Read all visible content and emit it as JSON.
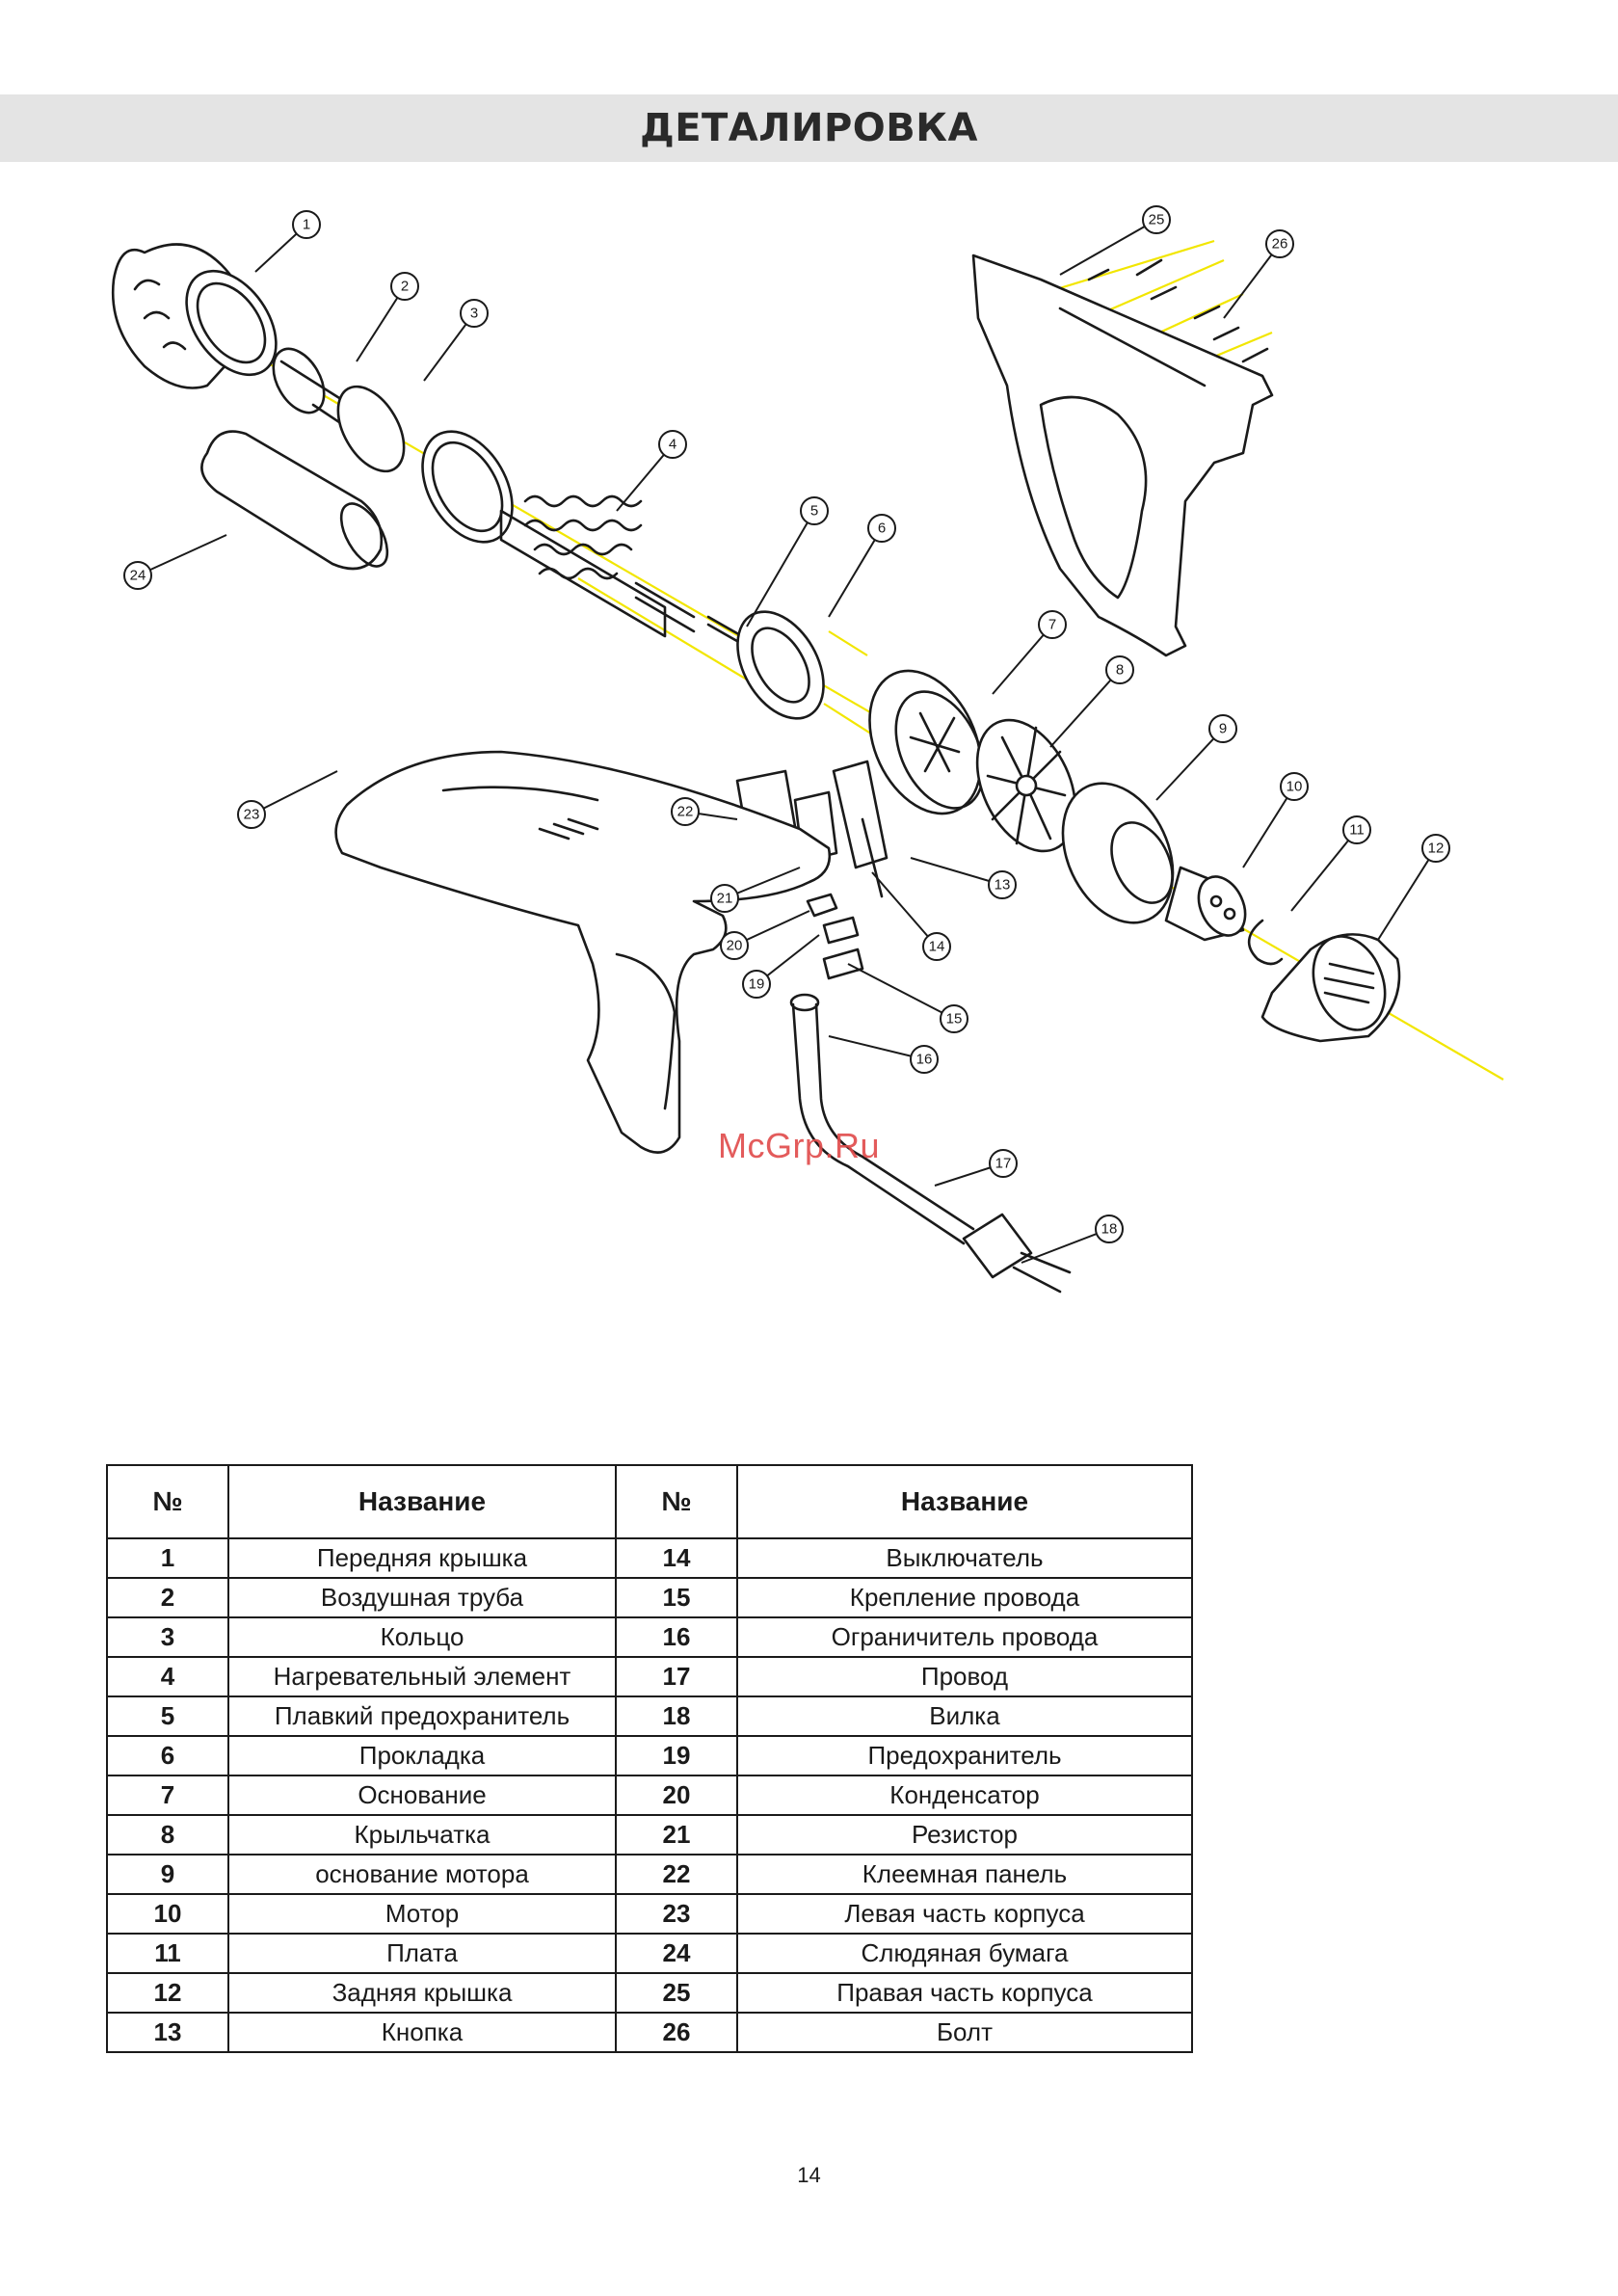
{
  "page": {
    "title": "ДЕТАЛИРОВКА",
    "watermark": "McGrp.Ru",
    "page_number": "14"
  },
  "diagram": {
    "callouts": [
      "1",
      "2",
      "3",
      "4",
      "5",
      "6",
      "7",
      "8",
      "9",
      "10",
      "11",
      "12",
      "13",
      "14",
      "15",
      "16",
      "17",
      "18",
      "19",
      "20",
      "21",
      "22",
      "23",
      "24",
      "25",
      "26"
    ]
  },
  "table": {
    "headers": [
      "№",
      "Название",
      "№",
      "Название"
    ],
    "rows": [
      {
        "n1": "1",
        "name1": "Передняя крышка",
        "n2": "14",
        "name2": "Выключатель"
      },
      {
        "n1": "2",
        "name1": "Воздушная труба",
        "n2": "15",
        "name2": "Крепление провода"
      },
      {
        "n1": "3",
        "name1": "Кольцо",
        "n2": "16",
        "name2": "Ограничитель провода"
      },
      {
        "n1": "4",
        "name1": "Нагревательный элемент",
        "n2": "17",
        "name2": "Провод"
      },
      {
        "n1": "5",
        "name1": "Плавкий предохранитель",
        "n2": "18",
        "name2": "Вилка"
      },
      {
        "n1": "6",
        "name1": "Прокладка",
        "n2": "19",
        "name2": "Предохранитель"
      },
      {
        "n1": "7",
        "name1": "Основание",
        "n2": "20",
        "name2": "Конденсатор"
      },
      {
        "n1": "8",
        "name1": "Крыльчатка",
        "n2": "21",
        "name2": "Резистор"
      },
      {
        "n1": "9",
        "name1": "основание мотора",
        "n2": "22",
        "name2": "Клеемная панель"
      },
      {
        "n1": "10",
        "name1": "Мотор",
        "n2": "23",
        "name2": "Левая часть корпуса"
      },
      {
        "n1": "11",
        "name1": "Плата",
        "n2": "24",
        "name2": "Слюдяная бумага"
      },
      {
        "n1": "12",
        "name1": "Задняя крышка",
        "n2": "25",
        "name2": "Правая часть корпуса"
      },
      {
        "n1": "13",
        "name1": "Кнопка",
        "n2": "26",
        "name2": "Болт"
      }
    ]
  }
}
